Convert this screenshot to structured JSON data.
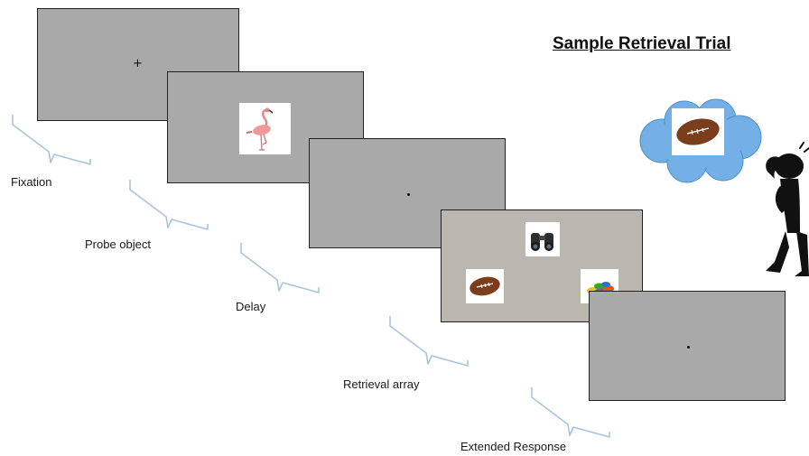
{
  "title": "Sample Retrieval Trial",
  "stages": {
    "fixation": "Fixation",
    "probe": "Probe object",
    "delay": "Delay",
    "retrieval": "Retrieval array",
    "response": "Extended Response"
  },
  "fixation_symbol": "+",
  "probe_image": "flamingo",
  "retrieval_images": [
    "binoculars",
    "football",
    "colorful-candies"
  ],
  "thought_image": "football",
  "colors": {
    "screen": "#a9a9a9",
    "retrieval_screen": "#bab6b0",
    "brace": "#a8c4de",
    "cloud": "#74afe6"
  }
}
